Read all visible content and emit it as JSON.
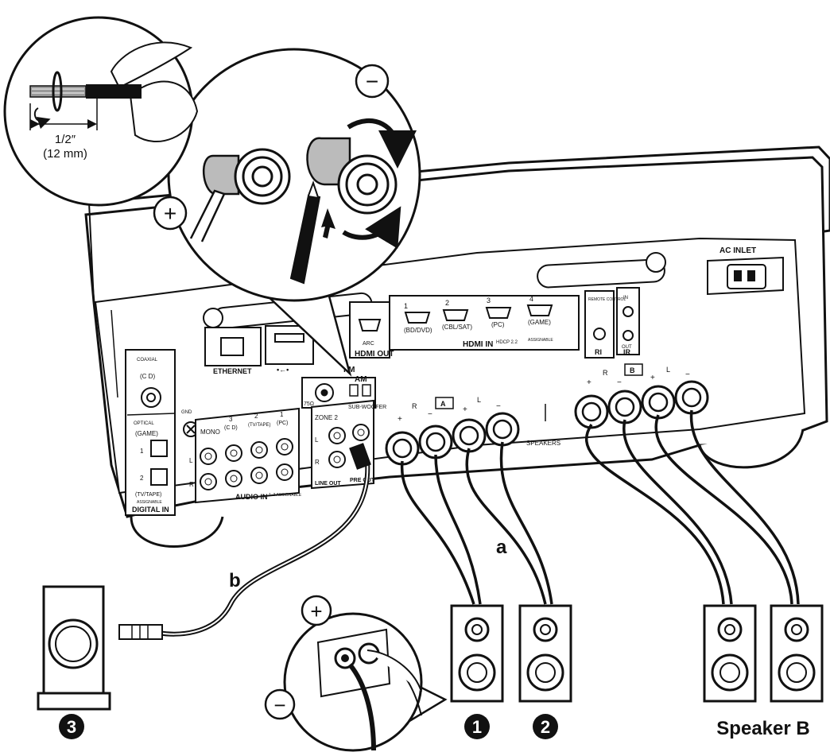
{
  "strip": {
    "length": "1/2″",
    "metric": "(12 mm)"
  },
  "polarity": {
    "plus": "+",
    "minus": "−"
  },
  "rear_panel": {
    "ac_inlet": "AC INLET",
    "ethernet": "ETHERNET",
    "usb": "•←•",
    "fm": "FM",
    "am": "AM",
    "ohm": "75Ω",
    "hdmi_out": "HDMI OUT",
    "hdmi_arc": "ARC",
    "hdmi_in": "HDMI IN",
    "hdcp": "HDCP 2.2",
    "hdmi_ports": [
      {
        "num": "1",
        "name": "(BD/DVD)"
      },
      {
        "num": "2",
        "name": "(CBL/SAT)"
      },
      {
        "num": "3",
        "name": "(PC)"
      },
      {
        "num": "4",
        "name": "(GAME)"
      }
    ],
    "remote_control": "REMOTE CONTROL",
    "ri": "RI",
    "ir": "IR",
    "ir_in": "IN",
    "ir_out": "OUT",
    "coaxial": "COAXIAL",
    "coaxial_cd": "(C D)",
    "optical": "OPTICAL",
    "optical_game": "(GAME)",
    "optical_1": "1",
    "optical_2": "2",
    "optical_tvtape": "(TV/TAPE)",
    "assignable": "ASSIGNABLE",
    "digital_in": "DIGITAL IN",
    "gnd": "GND",
    "audio_in": "AUDIO IN",
    "audio_in_note": "1–3 ASSIGNABLE",
    "audio_cols": [
      "MONO",
      "3",
      "(C D)",
      "2",
      "(TV/TAPE)",
      "1",
      "(PC)"
    ],
    "zone2": "ZONE 2",
    "subwoofer": "SUB-WOOFER",
    "line_out": "LINE OUT",
    "pre_out": "PRE OUT",
    "speakers": "SPEAKERS",
    "sp_A": "A",
    "sp_B": "B",
    "ch_R": "R",
    "ch_L": "L"
  },
  "labels": {
    "a": "a",
    "b": "b",
    "speaker_1": "1",
    "speaker_2": "2",
    "speaker_3": "3",
    "speaker_b": "Speaker B"
  }
}
